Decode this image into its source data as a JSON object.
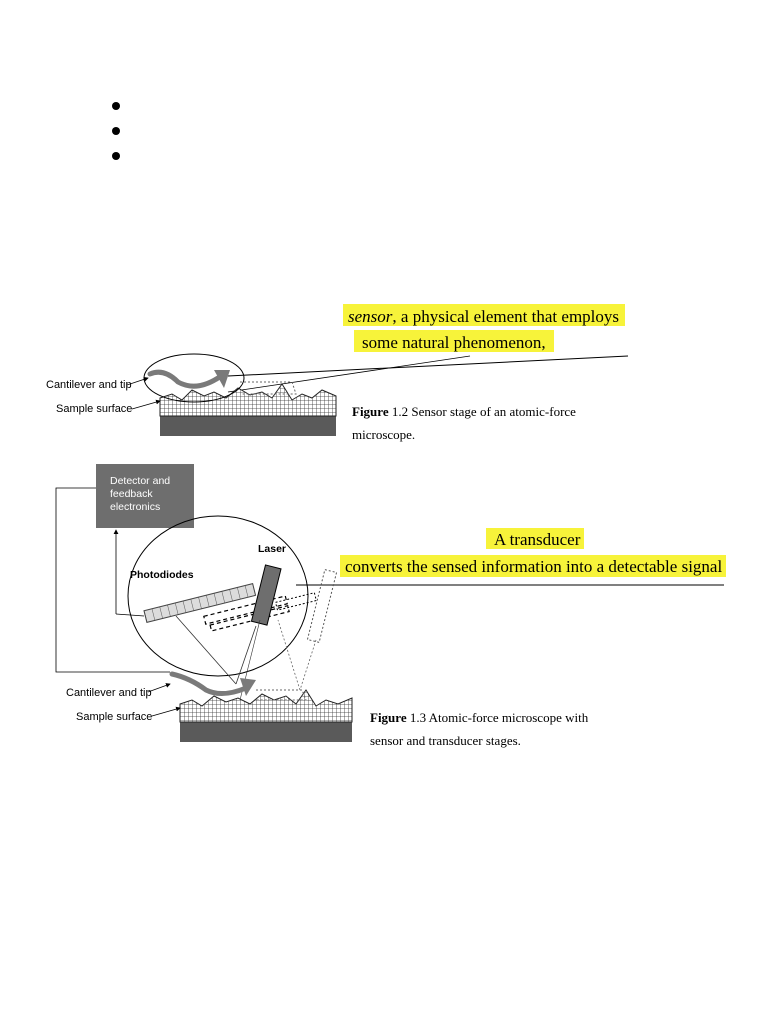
{
  "bullets": [
    "",
    "",
    ""
  ],
  "fig12": {
    "callout_sensor_word": "sensor",
    "callout_line1_rest": ", a physical element that employs",
    "callout_line2": "some natural phenomenon,",
    "label_cantilever": "Cantilever and tip",
    "label_sample": "Sample surface",
    "caption_bold": "Figure",
    "caption_num": "1.2",
    "caption_line1": "Sensor stage of an atomic-force",
    "caption_line2": "microscope."
  },
  "fig13": {
    "detector_line1": "Detector and",
    "detector_line2": "feedback",
    "detector_line3": "electronics",
    "label_laser": "Laser",
    "label_photodiodes": "Photodiodes",
    "callout_line1": "A transducer",
    "callout_line2": "converts the sensed information into a detectable signal",
    "label_cantilever": "Cantilever and tip",
    "label_sample": "Sample surface",
    "caption_bold": "Figure",
    "caption_num": "1.3",
    "caption_line1": "Atomic-force microscope with",
    "caption_line2": "sensor and transducer stages."
  },
  "colors": {
    "highlight": "#f7f33a",
    "box": "#6e6e6e",
    "substrate": "#5a5a5a",
    "cantilever": "#7a7a7a"
  }
}
